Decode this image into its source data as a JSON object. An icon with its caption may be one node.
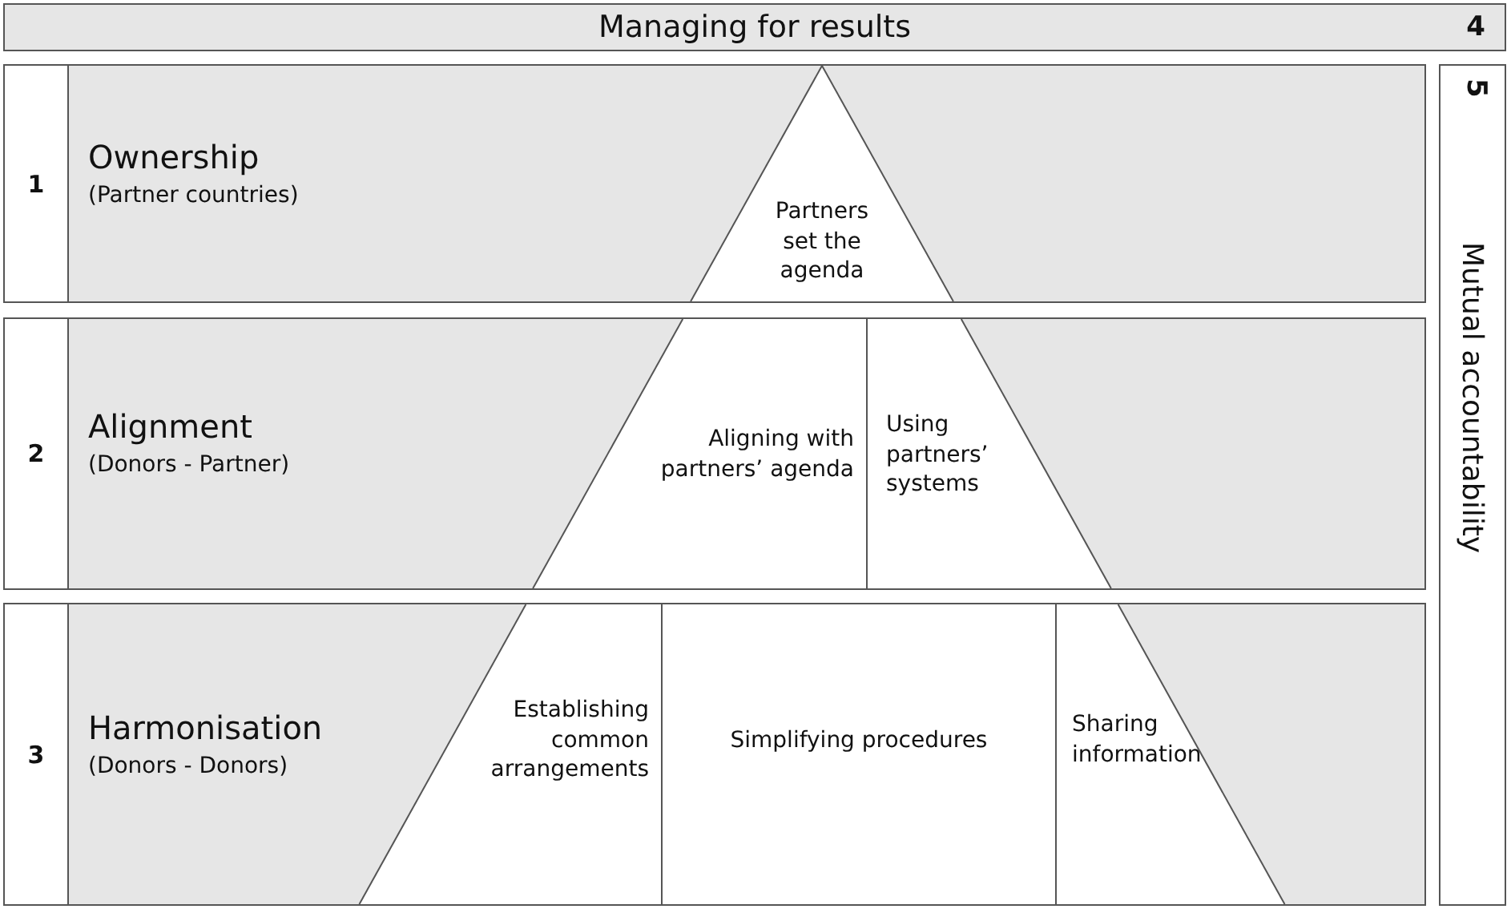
{
  "diagram": {
    "nodes": [
      {
        "text": [
          "Managing for results",
          "4"
        ]
      },
      {
        "text": [
          "Ownership",
          "(Partner countries)"
        ]
      },
      {
        "text": [
          "1"
        ],
        "in": 1
      },
      {
        "text": [
          "Partners set the agenda"
        ],
        "in": 1
      },
      {
        "text": [
          "Alignment",
          "(Donors - Partner)"
        ]
      },
      {
        "text": [
          "2"
        ],
        "in": 4
      },
      {
        "text": [
          "Aligning with partners’ agenda"
        ],
        "in": 4
      },
      {
        "text": [
          "Using partners’ systems"
        ],
        "in": 4
      },
      {
        "text": [
          "Harmonisation",
          "(Donors - Donors)"
        ]
      },
      {
        "text": [
          "3"
        ],
        "in": 8
      },
      {
        "text": [
          "Establishing common arrangements"
        ],
        "in": 8
      },
      {
        "text": [
          "Simplifying procedures"
        ],
        "in": 8
      },
      {
        "text": [
          "Sharing information"
        ],
        "in": 8
      },
      {
        "text": [
          "5",
          "Mutual accountability"
        ]
      }
    ],
    "edges": []
  }
}
